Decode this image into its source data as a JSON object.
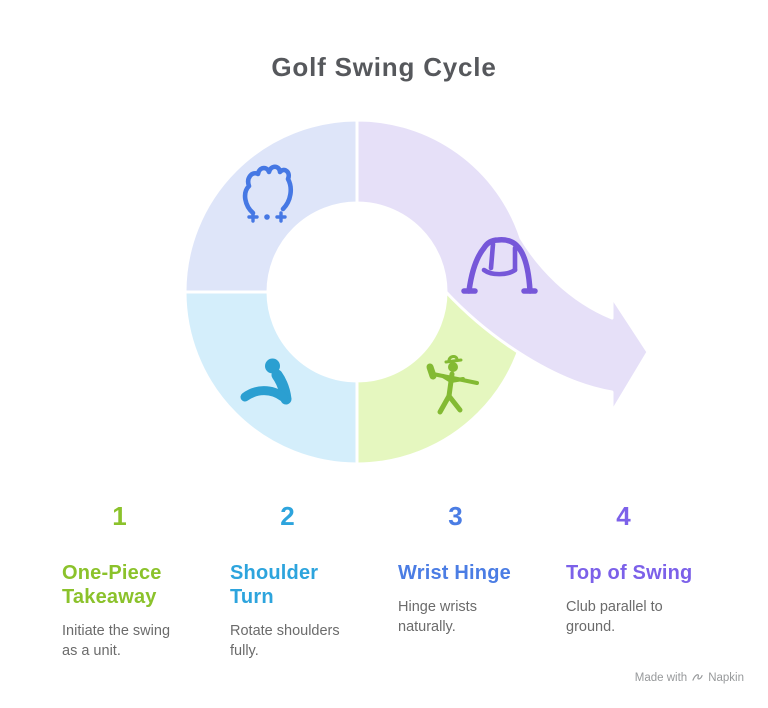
{
  "title": "Golf Swing Cycle",
  "title_color": "#56585c",
  "cycle": {
    "segments": [
      {
        "name": "wrist-hinge-segment",
        "position": "top-left",
        "color": "#dee5f9",
        "icon": "glove-icon",
        "icon_color": "#4678e4"
      },
      {
        "name": "shoulder-turn-segment",
        "position": "bottom-left",
        "color": "#d4eefb",
        "icon": "bending-person-icon",
        "icon_color": "#2b9fd1"
      },
      {
        "name": "one-piece-takeaway-segment",
        "position": "bottom-right",
        "color": "#e5f7bf",
        "icon": "golfer-icon",
        "icon_color": "#83ba33"
      },
      {
        "name": "top-of-swing-segment",
        "position": "top-right-arrow",
        "color": "#e6e0f8",
        "icon": "swing-icon",
        "icon_color": "#7657d9"
      }
    ]
  },
  "steps": [
    {
      "number": "1",
      "title": "One-Piece Takeaway",
      "description": "Initiate the swing as a unit.",
      "color": "#8bc22b"
    },
    {
      "number": "2",
      "title": "Shoulder Turn",
      "description": "Rotate shoulders fully.",
      "color": "#2da4dd"
    },
    {
      "number": "3",
      "title": "Wrist Hinge",
      "description": "Hinge wrists naturally.",
      "color": "#4b7de4"
    },
    {
      "number": "4",
      "title": "Top of Swing",
      "description": "Club parallel to ground.",
      "color": "#7c61e9"
    }
  ],
  "description_color": "#6b6b6b",
  "watermark": {
    "text_prefix": "Made with",
    "brand": "Napkin",
    "color": "#97999b"
  }
}
